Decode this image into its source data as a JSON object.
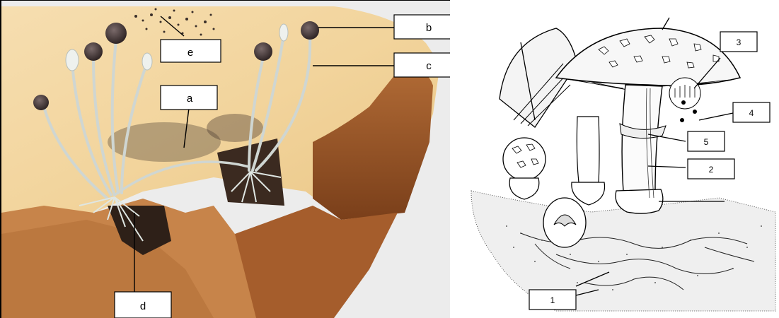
{
  "left_diagram": {
    "labels": {
      "a": "a",
      "b": "b",
      "c": "c",
      "d": "d",
      "e": "e"
    }
  },
  "right_diagram": {
    "labels": {
      "n1": "1",
      "n2": "2",
      "n3": "3",
      "n4": "4",
      "n5": "5"
    }
  }
}
